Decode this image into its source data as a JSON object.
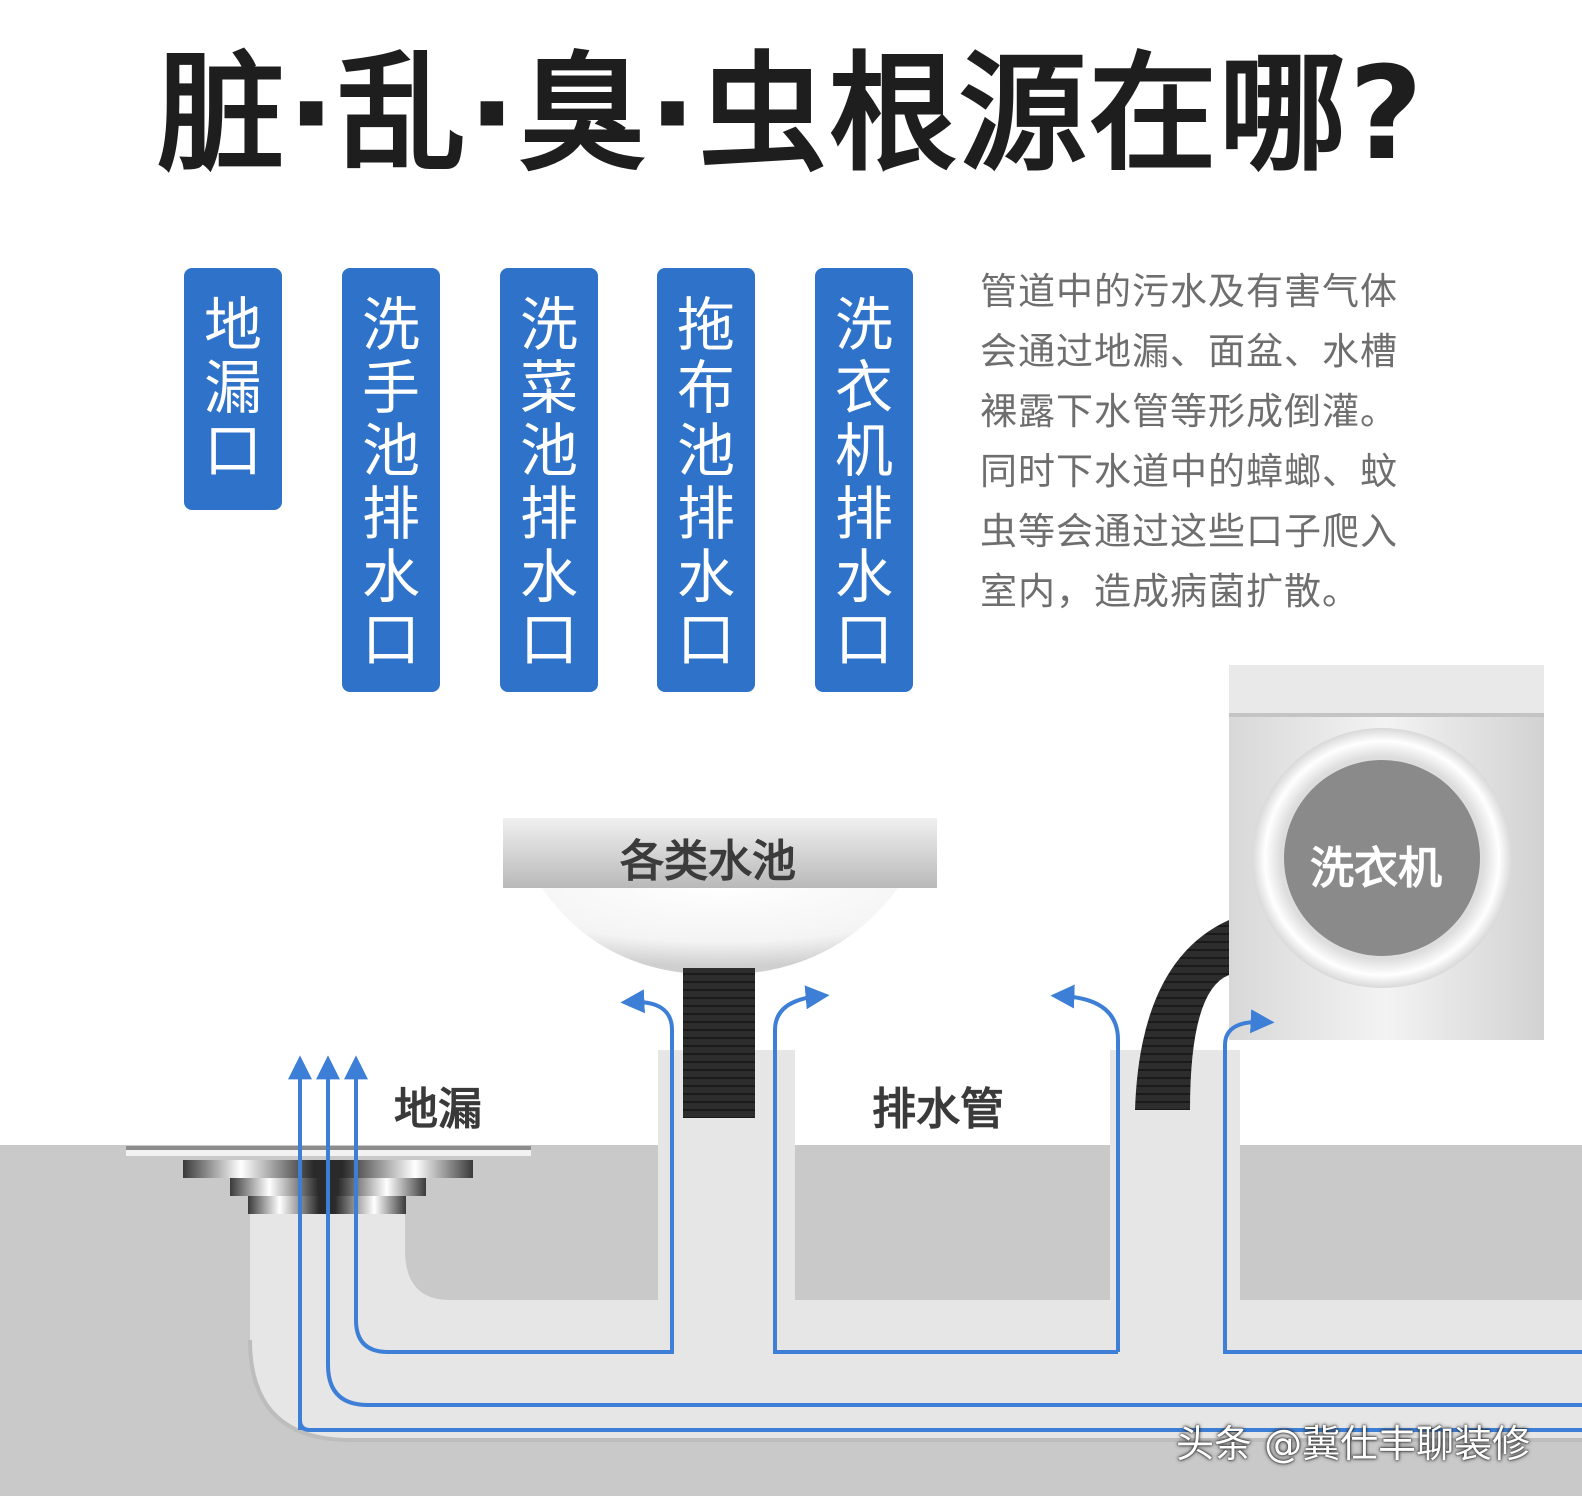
{
  "title": "脏·乱·臭·虫根源在哪?",
  "tags": [
    {
      "label": "地漏口",
      "chars": [
        "地",
        "漏",
        "口"
      ]
    },
    {
      "label": "洗手池排水口",
      "chars": [
        "洗",
        "手",
        "池",
        "排",
        "水",
        "口"
      ]
    },
    {
      "label": "洗菜池排水口",
      "chars": [
        "洗",
        "菜",
        "池",
        "排",
        "水",
        "口"
      ]
    },
    {
      "label": "拖布池排水口",
      "chars": [
        "拖",
        "布",
        "池",
        "排",
        "水",
        "口"
      ]
    },
    {
      "label": "洗衣机排水口",
      "chars": [
        "洗",
        "衣",
        "机",
        "排",
        "水",
        "口"
      ]
    }
  ],
  "description_lines": [
    "管道中的污水及有害气体",
    "会通过地漏、面盆、水槽",
    "裸露下水管等形成倒灌。",
    "同时下水道中的蟑螂、蚊",
    "虫等会通过这些口子爬入",
    "室内，造成病菌扩散。"
  ],
  "diagram": {
    "basin_label": "各类水池",
    "washer_label": "洗衣机",
    "floor_drain_label": "地漏",
    "pipe_label": "排水管"
  },
  "watermark": "头条 @冀仕丰聊装修",
  "colors": {
    "tag_blue": "#2f72c9",
    "flow_blue": "#3d7fd6",
    "floor_gray": "#c9c9c9",
    "pipe_gray": "#e3e3e3"
  }
}
